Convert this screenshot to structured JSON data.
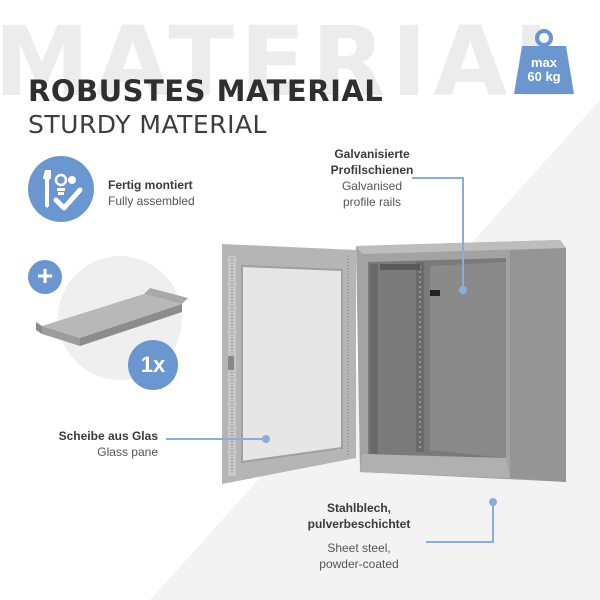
{
  "watermark": "MATERIAL",
  "title": {
    "de": "ROBUSTES MATERIAL",
    "en": "STURDY MATERIAL"
  },
  "badge": {
    "line1": "max",
    "line2": "60 kg",
    "icon": "weight-icon"
  },
  "features": [
    {
      "de": "Fertig montiert",
      "en": "Fully assembled",
      "icon": "tools-check-icon"
    }
  ],
  "accessory": {
    "plus": "+",
    "quantity": "1x",
    "icon": "shelf-icon"
  },
  "callouts": {
    "rails": {
      "de1": "Galvanisierte",
      "de2": "Profilschienen",
      "en1": "Galvanised",
      "en2": "profile rails"
    },
    "glass": {
      "de": "Scheibe aus Glas",
      "en": "Glass pane"
    },
    "steel": {
      "de1": "Stahlblech,",
      "de2": "pulverbeschichtet",
      "en1": "Sheet steel,",
      "en2": "powder-coated"
    }
  },
  "colors": {
    "accent": "#6b96cf",
    "line": "#8aaedc",
    "cabinet": "#9a9a9a"
  }
}
